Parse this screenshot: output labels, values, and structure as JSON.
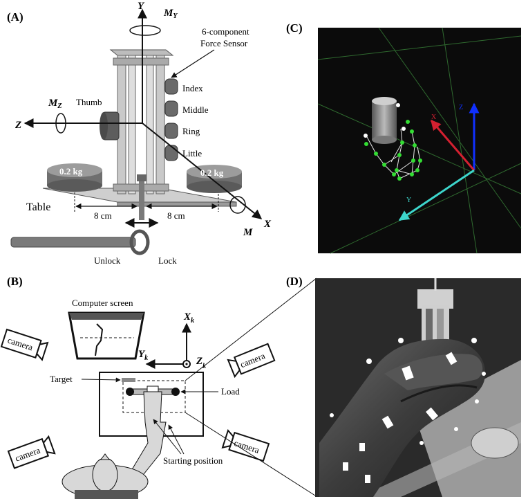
{
  "panels": {
    "a": {
      "tag": "(A)",
      "axis_y": "Y",
      "moment_y": "M",
      "moment_y_sub": "Y",
      "axis_z": "Z",
      "moment_z": "M",
      "moment_z_sub": "Z",
      "axis_x": "X",
      "moment_x": "M",
      "sensor_l1": "6-component",
      "sensor_l2": "Force Sensor",
      "thumb": "Thumb",
      "index": "Index",
      "middle": "Middle",
      "ring": "Ring",
      "little": "Little",
      "mass_left": "0.2 kg",
      "mass_right": "0.2 kg",
      "table": "Table",
      "dist_left": "8 cm",
      "dist_right": "8 cm",
      "unlock": "Unlock",
      "lock": "Lock"
    },
    "b": {
      "tag": "(B)",
      "computer_screen": "Computer screen",
      "camera": "camera",
      "axis_x": "X",
      "axis_x_sub": "k",
      "axis_y": "Y",
      "axis_y_sub": "k",
      "axis_z": "Z",
      "axis_z_sub": "k",
      "target": "Target",
      "load": "Load",
      "starting_position": "Starting position"
    },
    "c": {
      "tag": "(C)",
      "axis_z": "Z",
      "axis_x": "X",
      "axis_y": "Y"
    },
    "d": {
      "tag": "(D)"
    }
  },
  "colors": {
    "panel_c_bg": "#0b0b0b",
    "grid_green": "#2f6a2f",
    "marker_green": "#33dd33",
    "axis_blue": "#1030ff",
    "axis_red": "#d42030",
    "axis_cyan": "#3dd6cc",
    "handle_gray": "#8a8a8a"
  }
}
